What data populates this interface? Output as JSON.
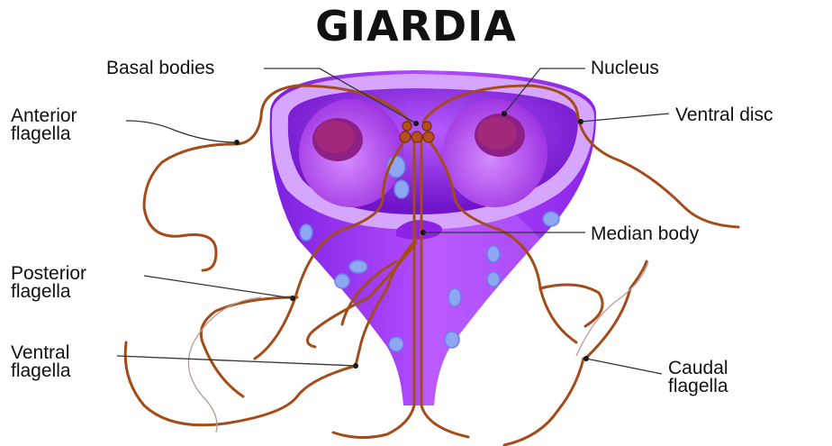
{
  "title": "GIARDIA",
  "labels": {
    "basal_bodies": "Basal bodies",
    "nucleus": "Nucleus",
    "anterior_flagella_1": "Anterior",
    "anterior_flagella_2": "flagella",
    "ventral_disc": "Ventral disc",
    "median_body": "Median body",
    "posterior_flagella_1": "Posterior",
    "posterior_flagella_2": "flagella",
    "ventral_flagella_1": "Ventral",
    "ventral_flagella_2": "flagella",
    "caudal_flagella_1": "Caudal",
    "caudal_flagella_2": "flagella"
  },
  "colors": {
    "cell_body": "#9a2ef0",
    "cell_light": "#c98bff",
    "disc_rim": "#d9b0ff",
    "nucleus": "#a52bd6",
    "nucleus_core": "#7a0f3e",
    "flagella": "#a5501a",
    "vesicle": "#8fa2f0",
    "leader_line": "#333333"
  }
}
